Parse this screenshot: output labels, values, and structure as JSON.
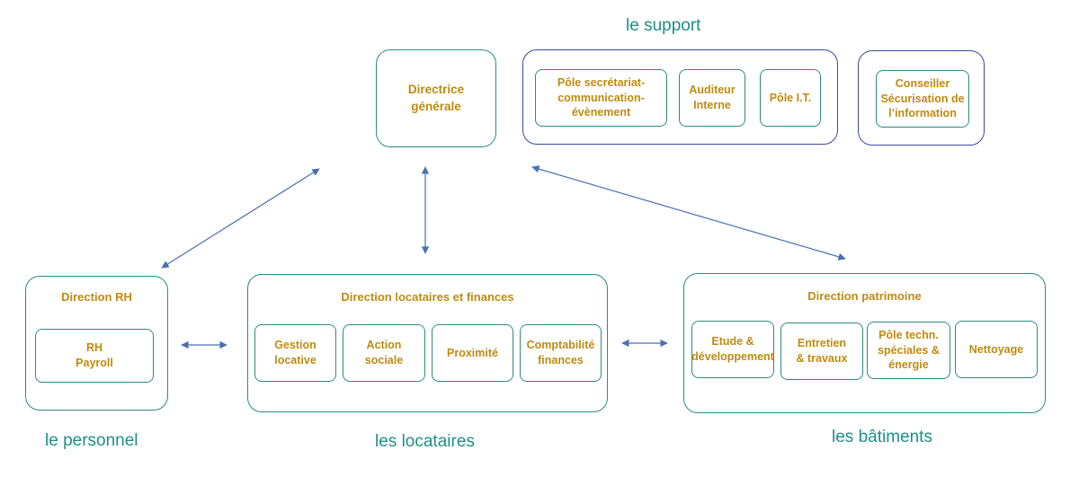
{
  "top": {
    "directrice": "Directrice\ngénérale",
    "support_label": "le support",
    "support_nodes": [
      "Pôle secrétariat-\ncommunication-\névènement",
      "Auditeur\nInterne",
      "Pôle I.T."
    ],
    "conseiller": "Conseiller\nSécurisation de\nl’information"
  },
  "rh": {
    "title": "Direction RH",
    "node": "RH\nPayroll",
    "label": "le personnel"
  },
  "locataires": {
    "title": "Direction locataires et finances",
    "nodes": [
      "Gestion\nlocative",
      "Action sociale",
      "Proximité",
      "Comptabilité\nfinances"
    ],
    "label": "les locataires"
  },
  "patrimoine": {
    "title": "Direction patrimoine",
    "nodes": [
      "Etude &\ndéveloppement",
      "Entretien\n& travaux",
      "Pôle techn.\nspéciales &\nénergie",
      "Nettoyage"
    ],
    "label": "les bâtiments"
  },
  "colors": {
    "teal_border": "#2e8b7e",
    "navy_border": "#3a4a9a",
    "node_text": "#c08a10",
    "label_text": "#1f8f86",
    "arrow": "#4a6fb5"
  }
}
